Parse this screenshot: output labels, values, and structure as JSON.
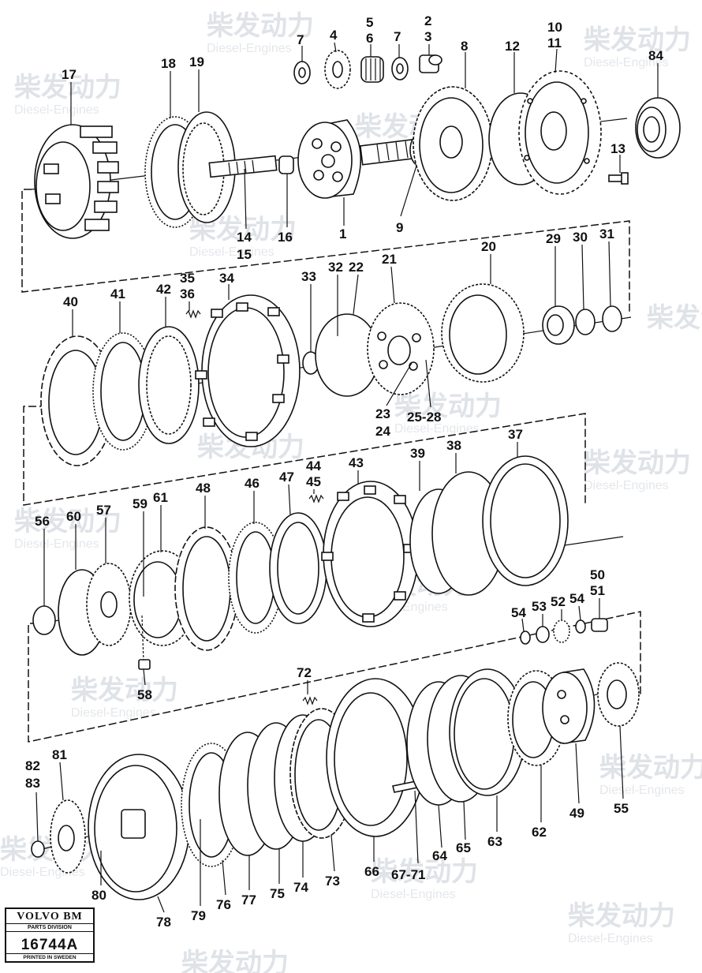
{
  "watermark": {
    "brand": "柴发动力",
    "sub": "Diesel-Engines"
  },
  "plate": {
    "brand": "VOLVO BM",
    "division": "PARTS DIVISION",
    "number": "16744A",
    "footer": "PRINTED IN SWEDEN"
  },
  "labels": [
    {
      "id": "l-7a",
      "text": "7"
    },
    {
      "id": "l-4",
      "text": "4"
    },
    {
      "id": "l-5",
      "text": "5"
    },
    {
      "id": "l-6",
      "text": "6"
    },
    {
      "id": "l-7b",
      "text": "7"
    },
    {
      "id": "l-2",
      "text": "2"
    },
    {
      "id": "l-3",
      "text": "3"
    },
    {
      "id": "l-8",
      "text": "8"
    },
    {
      "id": "l-10",
      "text": "10"
    },
    {
      "id": "l-11",
      "text": "11"
    },
    {
      "id": "l-12",
      "text": "12"
    },
    {
      "id": "l-84",
      "text": "84"
    },
    {
      "id": "l-17",
      "text": "17"
    },
    {
      "id": "l-18",
      "text": "18"
    },
    {
      "id": "l-19",
      "text": "19"
    },
    {
      "id": "l-13",
      "text": "13"
    },
    {
      "id": "l-14",
      "text": "14"
    },
    {
      "id": "l-15",
      "text": "15"
    },
    {
      "id": "l-16",
      "text": "16"
    },
    {
      "id": "l-1",
      "text": "1"
    },
    {
      "id": "l-9",
      "text": "9"
    },
    {
      "id": "l-20",
      "text": "20"
    },
    {
      "id": "l-29",
      "text": "29"
    },
    {
      "id": "l-30",
      "text": "30"
    },
    {
      "id": "l-31",
      "text": "31"
    },
    {
      "id": "l-35",
      "text": "35"
    },
    {
      "id": "l-36",
      "text": "36"
    },
    {
      "id": "l-34",
      "text": "34"
    },
    {
      "id": "l-33",
      "text": "33"
    },
    {
      "id": "l-32",
      "text": "32"
    },
    {
      "id": "l-22",
      "text": "22"
    },
    {
      "id": "l-21",
      "text": "21"
    },
    {
      "id": "l-40",
      "text": "40"
    },
    {
      "id": "l-41",
      "text": "41"
    },
    {
      "id": "l-42",
      "text": "42"
    },
    {
      "id": "l-23",
      "text": "23"
    },
    {
      "id": "l-24",
      "text": "24"
    },
    {
      "id": "l-25-28",
      "text": "25-28"
    },
    {
      "id": "l-37",
      "text": "37"
    },
    {
      "id": "l-38",
      "text": "38"
    },
    {
      "id": "l-39",
      "text": "39"
    },
    {
      "id": "l-44",
      "text": "44"
    },
    {
      "id": "l-45",
      "text": "45"
    },
    {
      "id": "l-43",
      "text": "43"
    },
    {
      "id": "l-47",
      "text": "47"
    },
    {
      "id": "l-46",
      "text": "46"
    },
    {
      "id": "l-48",
      "text": "48"
    },
    {
      "id": "l-59",
      "text": "59"
    },
    {
      "id": "l-61",
      "text": "61"
    },
    {
      "id": "l-57",
      "text": "57"
    },
    {
      "id": "l-60",
      "text": "60"
    },
    {
      "id": "l-56",
      "text": "56"
    },
    {
      "id": "l-50",
      "text": "50"
    },
    {
      "id": "l-51",
      "text": "51"
    },
    {
      "id": "l-52",
      "text": "52"
    },
    {
      "id": "l-53",
      "text": "53"
    },
    {
      "id": "l-54a",
      "text": "54"
    },
    {
      "id": "l-54b",
      "text": "54"
    },
    {
      "id": "l-58",
      "text": "58"
    },
    {
      "id": "l-72",
      "text": "72"
    },
    {
      "id": "l-81",
      "text": "81"
    },
    {
      "id": "l-82",
      "text": "82"
    },
    {
      "id": "l-83",
      "text": "83"
    },
    {
      "id": "l-80",
      "text": "80"
    },
    {
      "id": "l-78",
      "text": "78"
    },
    {
      "id": "l-79",
      "text": "79"
    },
    {
      "id": "l-76",
      "text": "76"
    },
    {
      "id": "l-77",
      "text": "77"
    },
    {
      "id": "l-75",
      "text": "75"
    },
    {
      "id": "l-74",
      "text": "74"
    },
    {
      "id": "l-73",
      "text": "73"
    },
    {
      "id": "l-66",
      "text": "66"
    },
    {
      "id": "l-67-71",
      "text": "67-71"
    },
    {
      "id": "l-64",
      "text": "64"
    },
    {
      "id": "l-65",
      "text": "65"
    },
    {
      "id": "l-63",
      "text": "63"
    },
    {
      "id": "l-62",
      "text": "62"
    },
    {
      "id": "l-49",
      "text": "49"
    },
    {
      "id": "l-55",
      "text": "55"
    }
  ]
}
